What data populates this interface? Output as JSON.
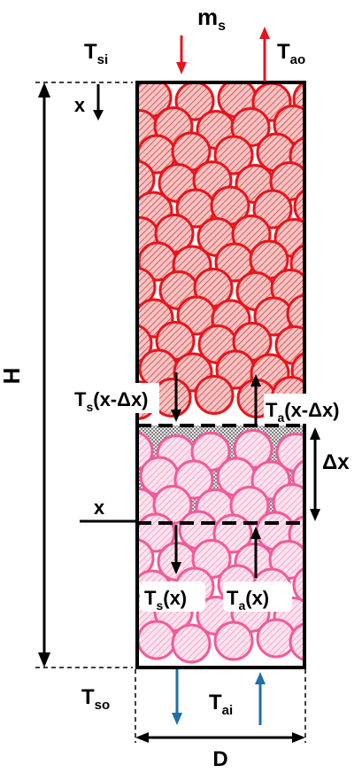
{
  "labels": {
    "solid_inlet_temp": {
      "main": "T",
      "sub": "si"
    },
    "solid_mass_flow": {
      "main": "m",
      "sub": "s"
    },
    "air_outlet_temp": {
      "main": "T",
      "sub": "ao"
    },
    "height_coordinate": "x",
    "height": "H",
    "solid_temp_top": {
      "main": "T",
      "sub": "s",
      "arg": "(x-Δx)"
    },
    "air_temp_top": {
      "main": "T",
      "sub": "a",
      "arg": "(x-Δx)"
    },
    "slice_thickness": "Δx",
    "slice_position": "x",
    "solid_temp_bottom": {
      "main": "T",
      "sub": "s",
      "arg": "(x)"
    },
    "air_temp_bottom": {
      "main": "T",
      "sub": "a",
      "arg": "(x)"
    },
    "solid_outlet_temp": {
      "main": "T",
      "sub": "so"
    },
    "air_inlet_temp": {
      "main": "T",
      "sub": "ai"
    },
    "diameter": "D"
  },
  "colors": {
    "upper_particles": "#e8141c",
    "upper_particle_fill": "#f4a0a0",
    "lower_particles": "#f25a9a",
    "lower_particle_fill": "#fbd6e6",
    "solid_inflow_arrow": "#e8141c",
    "air_outflow_arrow": "#e8141c",
    "solid_outflow_arrow": "#1f6fa8",
    "air_inflow_arrow": "#1f6fa8",
    "wall": "#000000"
  }
}
